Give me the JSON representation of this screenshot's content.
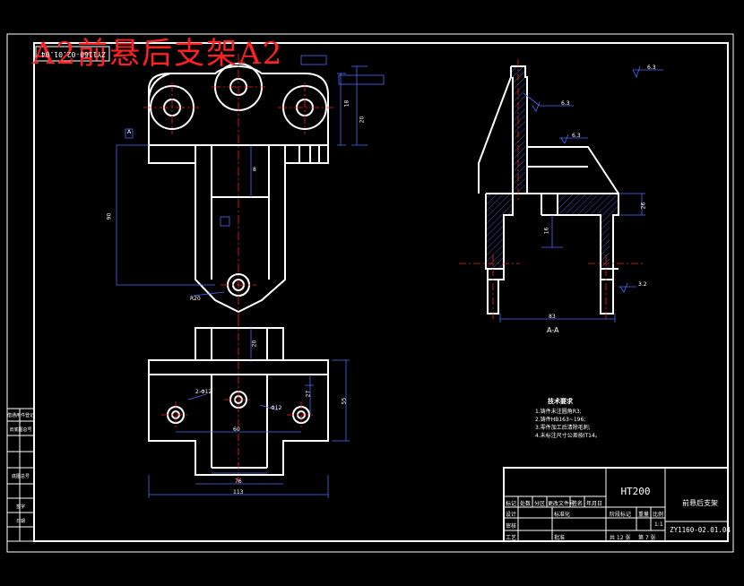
{
  "stamp_title": "A2前悬后支架A2",
  "rotated_code": "ZY1160-02.01.04",
  "title_block": {
    "material": "HT200",
    "part_name": "前悬后支架",
    "drawing_number": "ZY1160-02.01.04",
    "sheet_total": "共 12 张",
    "sheet_no": "第 7 张",
    "scale": "1:1",
    "weight_label": "重量",
    "scale_label": "比例",
    "stage_label": "阶段标记",
    "header_cells": [
      "标记",
      "处数",
      "分区",
      "更改文件号",
      "签名",
      "年月日"
    ],
    "role_labels": [
      "设计",
      "审核",
      "工艺"
    ],
    "std_label": "标准化",
    "approve_label": "批准"
  },
  "tech_notes": {
    "title": "技术要求",
    "items": [
      "1.铸件未注圆角R3;",
      "2.铸件HB163~196;",
      "3.零件加工后清除毛刺;",
      "4.未标注尺寸公差按IT14。"
    ]
  },
  "section_label": "A-A",
  "roughness": {
    "top_right": "6.3",
    "sec_1": "6.3",
    "sec_2": "6.3",
    "sec_3": "3.2"
  },
  "dimensions": {
    "top_ht": "18",
    "top_ht2": "20",
    "left_long": "90",
    "left_datum": "A",
    "mid": "8",
    "r_label": "R20",
    "plan_w1": "60",
    "plan_w2": "76",
    "plan_w3": "113",
    "plan_h": "55",
    "plan_h2": "27",
    "plan_hole1": "2-Φ12",
    "plan_hole2": "Φ12",
    "plan_top": "20",
    "sec_w": "83",
    "sec_h": "26",
    "sec_h2": "16"
  },
  "side_cells": [
    "借通用件登记",
    "旧底图总号",
    "底图总号",
    "签字",
    "日期"
  ]
}
